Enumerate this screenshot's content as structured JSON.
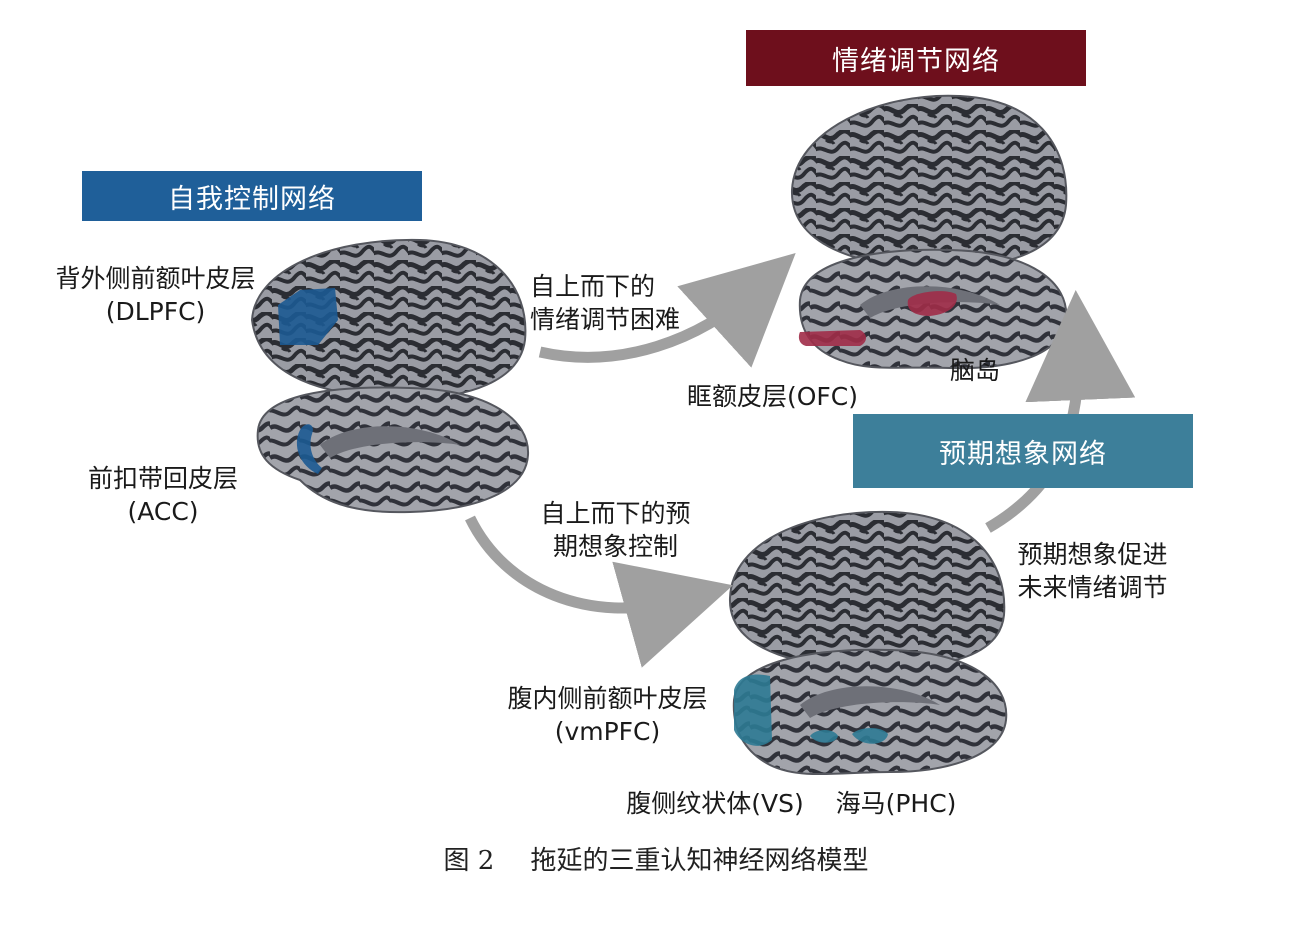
{
  "networks": {
    "self_control": {
      "label": "自我控制网络",
      "color": "#1f5f99"
    },
    "emotion_regulation": {
      "label": "情绪调节网络",
      "color": "#6e0f1c"
    },
    "prospection": {
      "label": "预期想象网络",
      "color": "#3d7f9a"
    }
  },
  "regions": {
    "dlpfc": {
      "line1": "背外侧前额叶皮层",
      "line2": "(DLPFC)"
    },
    "acc": {
      "line1": "前扣带回皮层",
      "line2": "(ACC)"
    },
    "ofc": {
      "text": "眶额皮层(OFC)"
    },
    "insula": {
      "text": "脑岛"
    },
    "vmpfc": {
      "line1": "腹内侧前额叶皮层",
      "line2": "(vmPFC)"
    },
    "vs": {
      "text": "腹侧纹状体(VS)"
    },
    "phc": {
      "text": "海马(PHC)"
    }
  },
  "arrows": {
    "top": {
      "line1": "自上而下的",
      "line2": "情绪调节困难"
    },
    "bottom": {
      "line1": "自上而下的预",
      "line2": "期想象控制"
    },
    "right": {
      "line1": "预期想象促进",
      "line2": "未来情绪调节"
    }
  },
  "caption": {
    "figure": "图 2",
    "title": "拖延的三重认知神经网络模型"
  },
  "colors": {
    "arrow": "#a0a0a0",
    "brain_dark": "#2b2d33",
    "brain_light": "#9a9ca4",
    "highlight_blue": "#1c5a92",
    "highlight_red": "#a02c48",
    "highlight_teal": "#2d7a93"
  }
}
